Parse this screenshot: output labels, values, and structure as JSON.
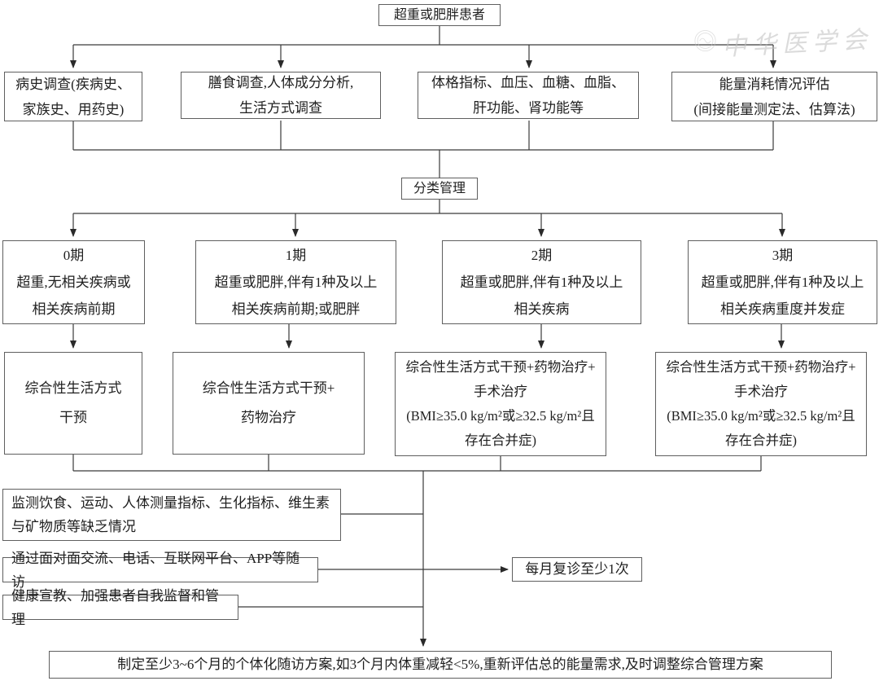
{
  "watermark": {
    "text": "中华医学会"
  },
  "nodes": {
    "root": "超重或肥胖患者",
    "assessments": [
      "病史调查(疾病史、\n家族史、用药史)",
      "膳食调查,人体成分分析,\n生活方式调查",
      "体格指标、血压、血糖、血脂、\n肝功能、肾功能等",
      "能量消耗情况评估\n(间接能量测定法、估算法)"
    ],
    "classify": "分类管理",
    "stages": [
      "0期\n超重,无相关疾病或\n相关疾病前期",
      "1期\n超重或肥胖,伴有1种及以上\n相关疾病前期;或肥胖",
      "2期\n超重或肥胖,伴有1种及以上\n相关疾病",
      "3期\n超重或肥胖,伴有1种及以上\n相关疾病重度并发症"
    ],
    "treatments": [
      "综合性生活方式\n干预",
      "综合性生活方式干预+\n药物治疗",
      "综合性生活方式干预+药物治疗+\n手术治疗\n(BMI≥35.0 kg/m²或≥32.5 kg/m²且\n存在合并症)",
      "综合性生活方式干预+药物治疗+\n手术治疗\n(BMI≥35.0 kg/m²或≥32.5 kg/m²且\n存在合并症)"
    ],
    "monitor": "监测饮食、运动、人体测量指标、生化指标、维生素\n与矿物质等缺乏情况",
    "followup": "通过面对面交流、电话、互联网平台、APP等随访",
    "revisit": "每月复诊至少1次",
    "education": "健康宣教、加强患者自我监督和管理",
    "plan": "制定至少3~6个月的个体化随访方案,如3个月内体重减轻<5%,重新评估总的能量需求,及时调整综合管理方案"
  },
  "colors": {
    "line": "#3a3a3a",
    "border": "#5f5f5f",
    "text": "#1f1f1f",
    "background": "#ffffff",
    "watermark": "#bfbfbf"
  }
}
